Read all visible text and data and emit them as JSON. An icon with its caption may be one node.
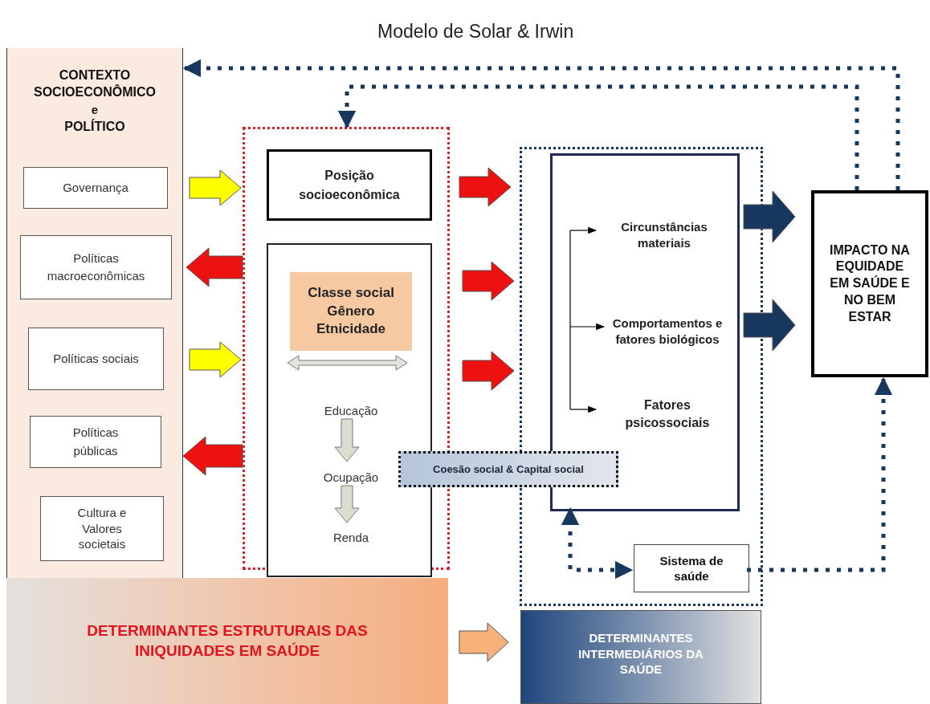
{
  "diagram": {
    "title": "Modelo de Solar & Irwin",
    "nodes": [
      {
        "text": [
          "CONTEXTO SOCIOECONÔMICO",
          "e",
          "POLÍTICO"
        ]
      },
      {
        "text": [
          "Governança"
        ],
        "in": 0
      },
      {
        "text": [
          "Políticas macroeconômicas"
        ],
        "in": 0
      },
      {
        "text": [
          "Políticas sociais"
        ],
        "in": 0
      },
      {
        "text": [
          "Políticas públicas"
        ],
        "in": 0
      },
      {
        "text": [
          "Cultura e Valores societais"
        ],
        "in": 0
      },
      {
        "text": [],
        "shape": "box"
      },
      {
        "text": [
          "Posição socioeconômica"
        ],
        "in": 6
      },
      {
        "text": [],
        "shape": "box",
        "in": 6
      },
      {
        "text": [
          "Classe social",
          "Gênero",
          "Etnicidade"
        ],
        "in": 8
      },
      {
        "text": [
          "Educação"
        ],
        "in": 8
      },
      {
        "text": [
          "Ocupação"
        ],
        "in": 8
      },
      {
        "text": [
          "Renda"
        ],
        "in": 8
      },
      {
        "text": [
          "Coesão social & Capital social"
        ]
      },
      {
        "text": [],
        "shape": "box"
      },
      {
        "text": [],
        "shape": "box",
        "in": 14
      },
      {
        "text": [
          "Circunstâncias materiais"
        ],
        "in": 15
      },
      {
        "text": [
          "Comportamentos e fatores biológicos"
        ],
        "in": 15
      },
      {
        "text": [
          "Fatores psicossociais"
        ],
        "in": 15
      },
      {
        "text": [
          "IMPACTO NA EQUIDADE EM SAÚDE E NO BEM ESTAR"
        ]
      },
      {
        "text": [
          "Sistema de saúde"
        ],
        "in": 14
      },
      {
        "text": [
          "DETERMINANTES ESTRUTURAIS DAS INIQUIDADES EM SAÚDE"
        ]
      },
      {
        "text": [
          "DETERMINANTES INTERMEDIÁRIOS DA SAÚDE"
        ]
      }
    ],
    "edges": [
      {
        "from": 1,
        "to": 6,
        "arrow": "to",
        "style": "thick",
        "color": "#ffff00"
      },
      {
        "from": 6,
        "to": 2,
        "arrow": "to",
        "style": "thick"
      },
      {
        "from": 3,
        "to": 6,
        "arrow": "to",
        "style": "thick",
        "color": "#ffff00"
      },
      {
        "from": 6,
        "to": 4,
        "arrow": "to",
        "style": "thick"
      },
      {
        "from": 6,
        "to": 14,
        "arrow": "to",
        "style": "thick"
      },
      {
        "from": 6,
        "to": 14,
        "arrow": "to",
        "style": "thick"
      },
      {
        "from": 6,
        "to": 14,
        "arrow": "to",
        "style": "thick"
      },
      {
        "from": 14,
        "to": 19,
        "arrow": "to",
        "style": "thick",
        "color": "#17375e"
      },
      {
        "from": 14,
        "to": 19,
        "arrow": "to",
        "style": "thick",
        "color": "#17375e"
      },
      {
        "from": 10,
        "to": 11,
        "arrow": "to",
        "style": "thick",
        "color": "#dcdcd0"
      },
      {
        "from": 11,
        "to": 12,
        "arrow": "to",
        "style": "thick",
        "color": "#dcdcd0"
      },
      {
        "from": 21,
        "to": 22,
        "arrow": "to",
        "style": "thick",
        "color": "#f7b27a"
      },
      {
        "from": 19,
        "to": 0,
        "arrow": "to",
        "style": "dashed",
        "color": "#17375e"
      },
      {
        "from": 19,
        "to": 6,
        "arrow": "to",
        "style": "dashed",
        "color": "#17375e"
      },
      {
        "from": 20,
        "to": 19,
        "arrow": "to",
        "style": "dashed",
        "color": "#17375e"
      },
      {
        "from": 15,
        "to": 20,
        "arrow": "both",
        "style": "dashed",
        "color": "#17375e"
      },
      {
        "from": null,
        "to": 16,
        "arrow": "to",
        "color": "#000000"
      },
      {
        "from": null,
        "to": 17,
        "arrow": "to",
        "color": "#000000"
      },
      {
        "from": null,
        "to": 18,
        "arrow": "to",
        "color": "#000000"
      }
    ]
  }
}
